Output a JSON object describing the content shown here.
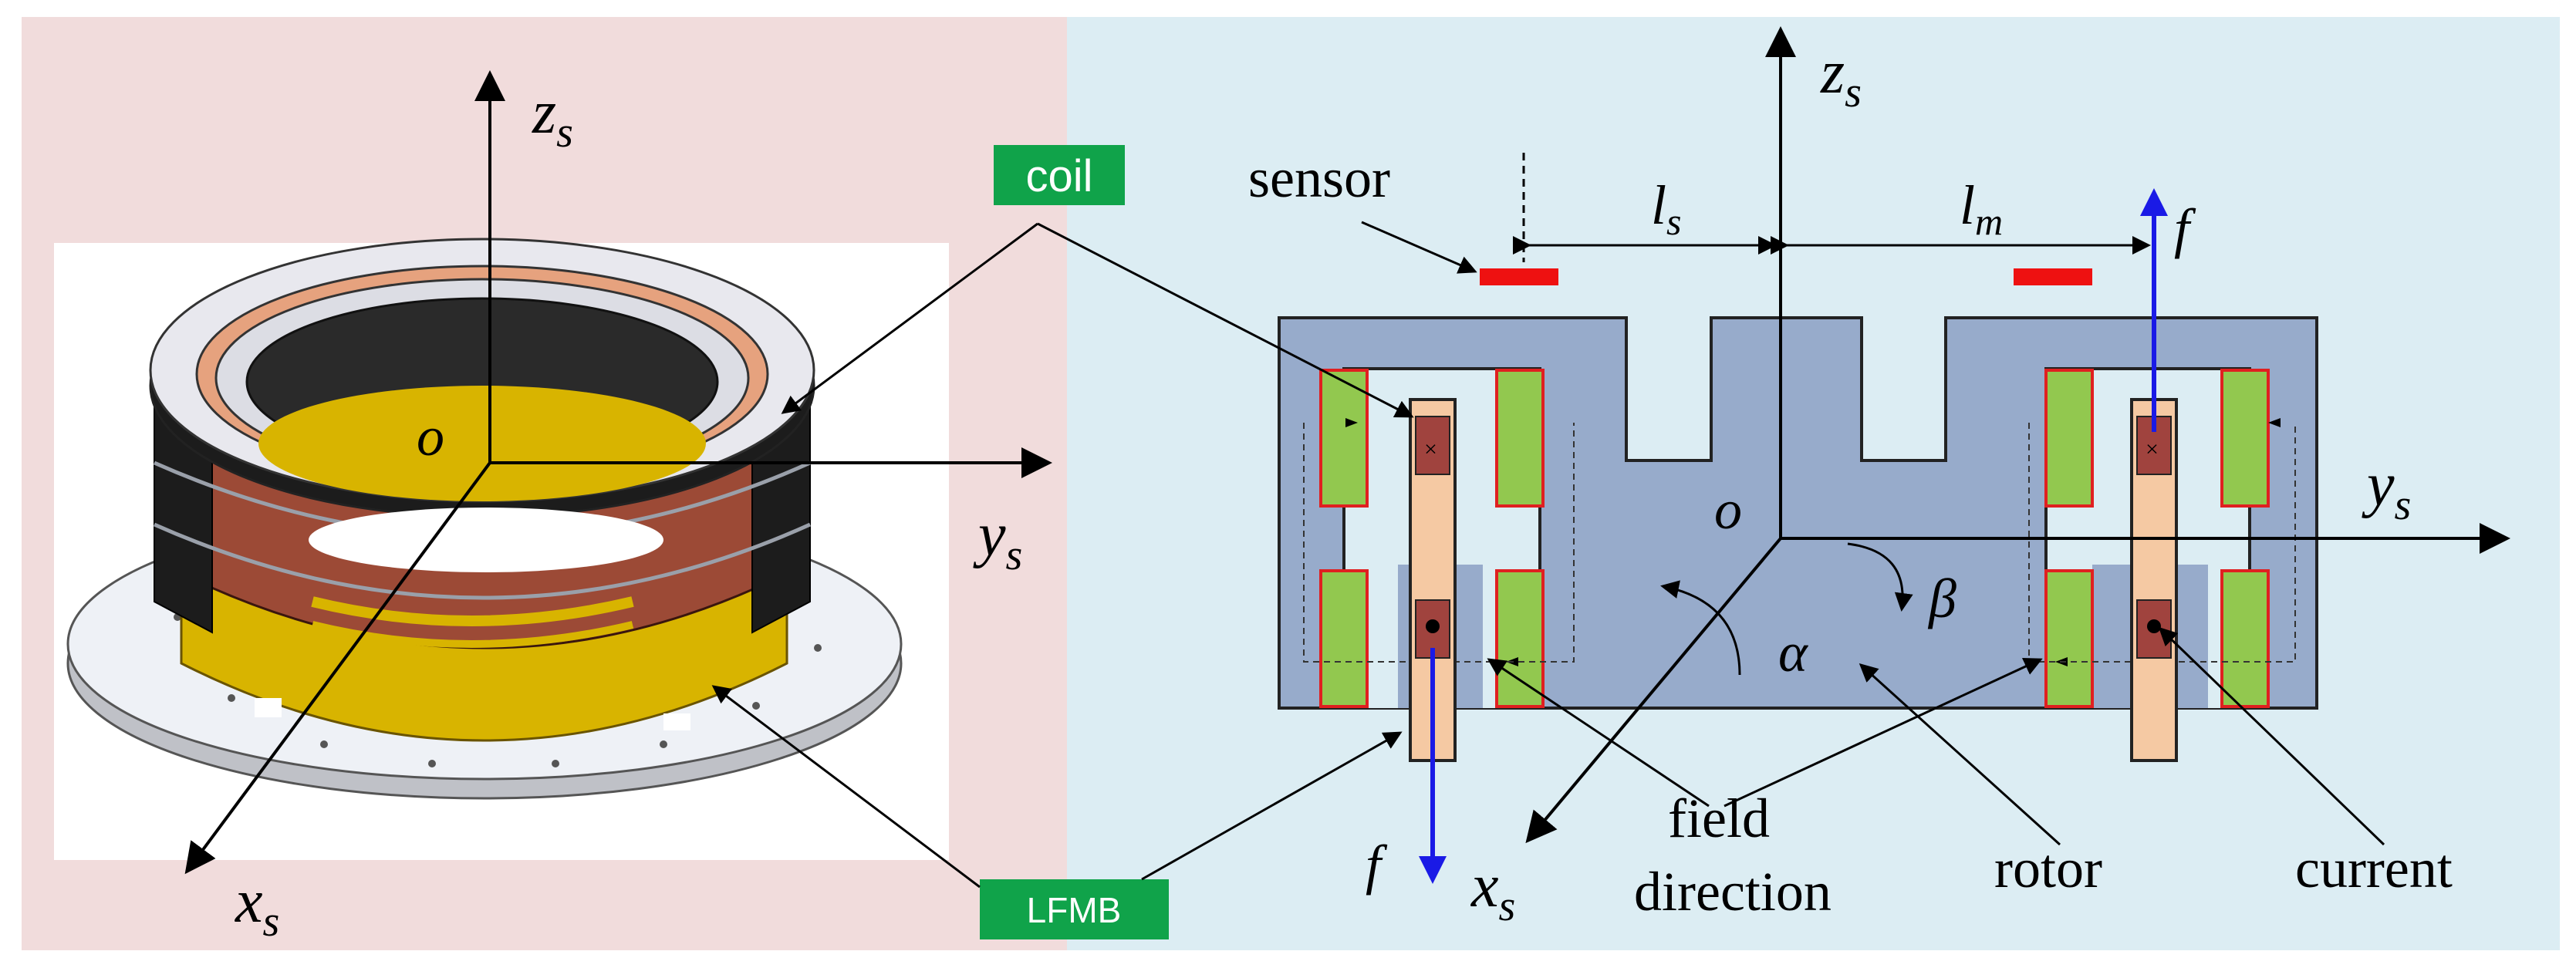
{
  "colors": {
    "left_panel_bg": "#f1dcdc",
    "right_panel_bg": "#dcedf3",
    "stator": "#97abcb",
    "magnet": "#92c84f",
    "magnet_outline": "#e02020",
    "rotor_body": "#f5c9a3",
    "coil_block": "#a0433e",
    "sensor": "#ee1111",
    "force": "#1a1ae6",
    "tag_bg": "#10a34a",
    "tag_text": "#ffffff",
    "ring_gold": "#d8b400",
    "ring_copper": "#9c4a36",
    "ring_black": "#1c1c1c",
    "ring_silver": "#e8e8ee"
  },
  "left": {
    "axes": {
      "z_base": "z",
      "z_sub": "s",
      "y_base": "y",
      "y_sub": "s",
      "x_base": "x",
      "x_sub": "s",
      "origin": "o"
    }
  },
  "tags": {
    "coil": "coil",
    "lfmb": "LFMB"
  },
  "right": {
    "axes": {
      "z_base": "z",
      "z_sub": "s",
      "y_base": "y",
      "y_sub": "s",
      "x_base": "x",
      "x_sub": "s",
      "origin": "o"
    },
    "labels": {
      "sensor": "sensor",
      "ls_base": "l",
      "ls_sub": "s",
      "lm_base": "l",
      "lm_sub": "m",
      "f_top": "f",
      "f_bottom": "f",
      "alpha": "α",
      "beta": "β",
      "field_line1": "field",
      "field_line2": "direction",
      "rotor": "rotor",
      "current": "current",
      "cross_mark": "×"
    }
  }
}
